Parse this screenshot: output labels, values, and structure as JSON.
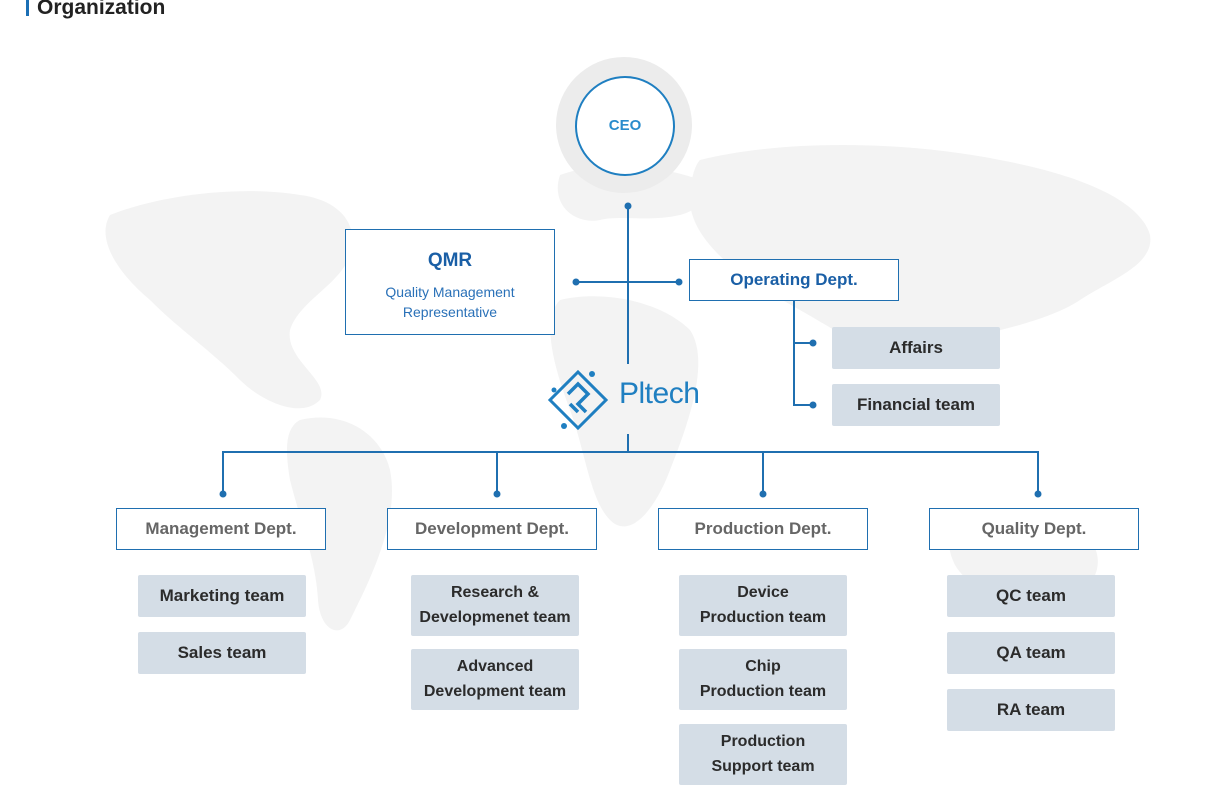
{
  "page": {
    "heading": "Organization"
  },
  "ceo": {
    "label": "CEO"
  },
  "qmr": {
    "title": "QMR",
    "subtitle_line1": "Quality Management",
    "subtitle_line2": "Representative"
  },
  "operating": {
    "label": "Operating Dept.",
    "teams": [
      "Affairs",
      "Financial team"
    ]
  },
  "logo": {
    "text": "Pltech"
  },
  "departments": [
    {
      "label": "Management Dept.",
      "teams": [
        "Marketing team",
        "Sales team"
      ]
    },
    {
      "label": "Development Dept.",
      "teams": [
        [
          "Research &",
          "Developmenet team"
        ],
        [
          "Advanced",
          "Development team"
        ]
      ]
    },
    {
      "label": "Production Dept.",
      "teams": [
        [
          "Device",
          "Production team"
        ],
        [
          "Chip",
          "Production team"
        ],
        [
          "Production",
          "Support team"
        ]
      ]
    },
    {
      "label": "Quality Dept.",
      "teams": [
        "QC team",
        "QA team",
        "RA team"
      ]
    }
  ],
  "colors": {
    "accent": "#1f6fb0",
    "team_bg": "#d4dde6",
    "ceo_ring": "#ececec"
  }
}
